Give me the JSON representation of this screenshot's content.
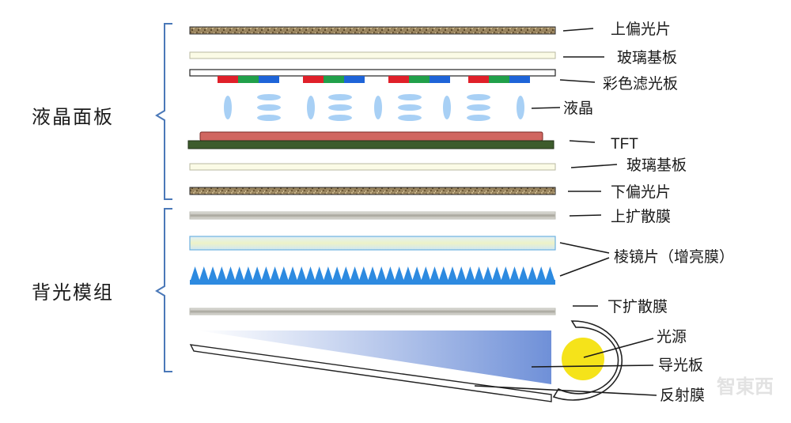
{
  "groups": {
    "lcd_panel": "液晶面板",
    "backlight_module": "背光模组"
  },
  "layers": {
    "upper_polarizer": "上偏光片",
    "glass_substrate_top": "玻璃基板",
    "color_filter": "彩色滤光板",
    "liquid_crystal": "液晶",
    "tft": "TFT",
    "glass_substrate_bottom": "玻璃基板",
    "lower_polarizer": "下偏光片",
    "upper_diffuser": "上扩散膜",
    "prism_sheet": "棱镜片（增亮膜）",
    "lower_diffuser": "下扩散膜",
    "light_source": "光源",
    "light_guide_plate": "导光板",
    "reflector": "反射膜"
  },
  "watermark": "智東西",
  "colors": {
    "polarizer": "#8a7650",
    "glass": "#fbfbe6",
    "filter_red": "#e0202a",
    "filter_green": "#21a04a",
    "filter_blue": "#1e64d8",
    "liquid_crystal": "#a8d0f5",
    "tft_red": "#d06660",
    "tft_green": "#3d5c2c",
    "prism": "#2d8ae0",
    "light_source": "#f5e31a",
    "brace": "#4a78b8"
  }
}
